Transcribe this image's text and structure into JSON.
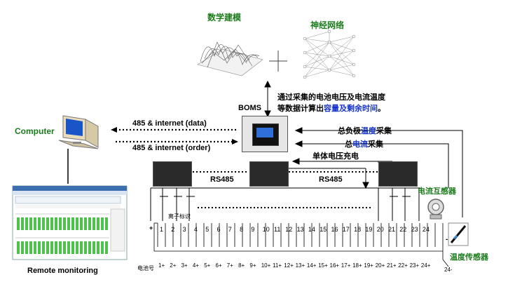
{
  "top": {
    "math_title": "数学建模",
    "nn_title": "神经网络"
  },
  "left": {
    "computer": "Computer",
    "remote": "Remote monitoring"
  },
  "links": {
    "data": "485 & internet (data)",
    "order": "485 & internet (order)"
  },
  "boms": "BOMS",
  "desc": {
    "line1": "通过采集的电池电压及电流温度",
    "line2_a": "等数据计算出",
    "line2_b": "容量及剩余时间",
    "line2_c": "。"
  },
  "collect": {
    "total_neg_a": "总负极",
    "total_neg_b": "温度",
    "total_neg_c": "采集",
    "total_cur_a": "总",
    "total_cur_b": "电流",
    "total_cur_c": "采集",
    "cell_voltage": "单体电压充电"
  },
  "rs485_left": "RS485",
  "rs485_right": "RS485",
  "sensors": {
    "current": "电流互感器",
    "temperature": "温度传感器"
  },
  "battery": {
    "zone_label": "离子标识",
    "row_label": "电池号",
    "numbers": [
      "1",
      "2",
      "3",
      "4",
      "5",
      "6",
      "7",
      "8",
      "9",
      "10",
      "11",
      "12",
      "13",
      "14",
      "15",
      "16",
      "17",
      "18",
      "19",
      "20",
      "21",
      "22",
      "23",
      "24"
    ],
    "bottom": [
      "1+",
      "2+",
      "3+",
      "4+",
      "5+",
      "6+",
      "7+",
      "8+",
      "9+",
      "10+",
      "11+",
      "12+",
      "13+",
      "14+",
      "15+",
      "16+",
      "17+",
      "18+",
      "19+",
      "20+",
      "21+",
      "22+",
      "23+",
      "24+"
    ],
    "left_sign": "+",
    "right_sign": "-",
    "end_label": "24-"
  },
  "colors": {
    "green": "#1c7c1c",
    "blue": "#1432c8"
  }
}
